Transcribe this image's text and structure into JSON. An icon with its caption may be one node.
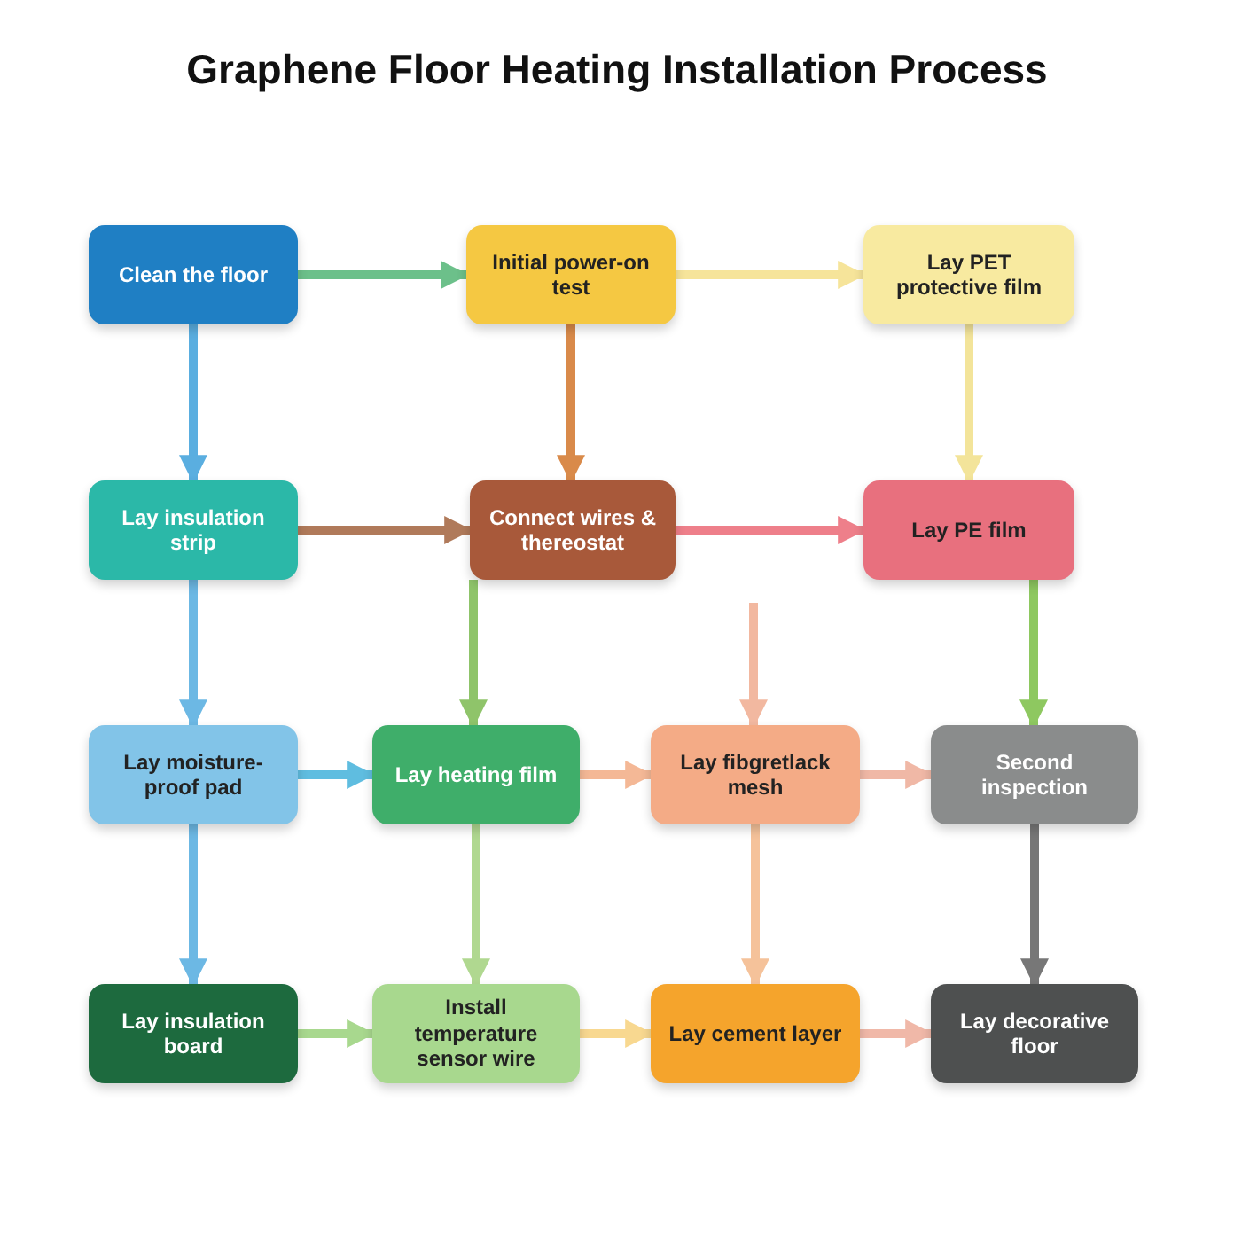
{
  "diagram": {
    "title": "Graphene Floor Heating Installation Process",
    "nodes": [
      {
        "text": [
          "Clean the floor"
        ]
      },
      {
        "text": [
          "Initial power-on test"
        ]
      },
      {
        "text": [
          "Lay PET protective film"
        ]
      },
      {
        "text": [
          "Lay insulation strip"
        ]
      },
      {
        "text": [
          "Connect wires & thereostat"
        ]
      },
      {
        "text": [
          "Lay PE film"
        ]
      },
      {
        "text": [
          "Lay moisture-proof pad"
        ]
      },
      {
        "text": [
          "Lay heating film"
        ]
      },
      {
        "text": [
          "Lay fibgretlack mesh"
        ]
      },
      {
        "text": [
          "Second inspection"
        ]
      },
      {
        "text": [
          "Lay insulation board"
        ]
      },
      {
        "text": [
          "Install temperature sensor wire"
        ]
      },
      {
        "text": [
          "Lay cement layer"
        ]
      },
      {
        "text": [
          "Lay decorative floor"
        ]
      }
    ],
    "edges": [
      {
        "from": 0,
        "to": 1,
        "arrow": "to",
        "color": "#6cc08a"
      },
      {
        "from": 1,
        "to": 2,
        "arrow": "to",
        "color": "#f6e49a"
      },
      {
        "from": 0,
        "to": 3,
        "arrow": "to",
        "color": "#5aaee0"
      },
      {
        "from": 1,
        "to": 4,
        "arrow": "to",
        "color": "#d98a4a"
      },
      {
        "from": 2,
        "to": 5,
        "arrow": "to",
        "color": "#f3e49a"
      },
      {
        "from": 3,
        "to": 4,
        "arrow": "to",
        "color": "#b07a5a"
      },
      {
        "from": 4,
        "to": 5,
        "arrow": "to",
        "color": "#ee7f8a"
      },
      {
        "from": 3,
        "to": 6,
        "arrow": "to",
        "color": "#6cb8e4"
      },
      {
        "from": 4,
        "to": 7,
        "arrow": "to",
        "color": "#8fc46a"
      },
      {
        "from": null,
        "to": 8,
        "arrow": "to",
        "color": "#f2b8a0"
      },
      {
        "from": 5,
        "to": 9,
        "arrow": "to",
        "color": "#8ec860"
      },
      {
        "from": 6,
        "to": 7,
        "arrow": "to",
        "color": "#5fbde0"
      },
      {
        "from": 7,
        "to": 8,
        "arrow": "to",
        "color": "#f4b896"
      },
      {
        "from": 8,
        "to": 9,
        "arrow": "to",
        "color": "#f0b8a6"
      },
      {
        "from": 6,
        "to": 10,
        "arrow": "to",
        "color": "#6cb8e4"
      },
      {
        "from": 7,
        "to": 11,
        "arrow": "to",
        "color": "#b0d890"
      },
      {
        "from": 8,
        "to": 12,
        "arrow": "to",
        "color": "#f5c29a"
      },
      {
        "from": 9,
        "to": 13,
        "arrow": "to",
        "color": "#777777"
      },
      {
        "from": 10,
        "to": 11,
        "arrow": "to",
        "color": "#a8d88e"
      },
      {
        "from": 11,
        "to": 12,
        "arrow": "to",
        "color": "#f8d890"
      },
      {
        "from": 12,
        "to": 13,
        "arrow": "to",
        "color": "#f0b8a8"
      }
    ]
  }
}
